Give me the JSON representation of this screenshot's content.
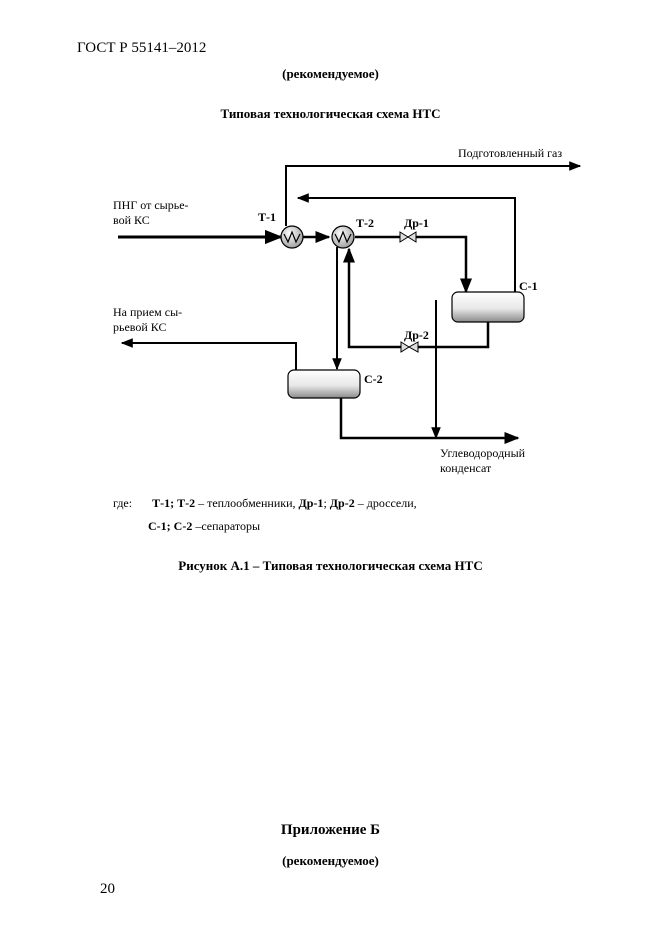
{
  "header": {
    "doc_code": "ГОСТ Р 55141–2012"
  },
  "top": {
    "recommended": "(рекомендуемое)",
    "figure_title": "Типовая технологическая схема НТС"
  },
  "diagram": {
    "labels": {
      "prepared_gas": "Подготовленный газ",
      "png_line1": "ПНГ от сырье-",
      "png_line2": "вой КС",
      "intake_line1": "На прием сы-",
      "intake_line2": "рьевой КС",
      "condensate_line1": "Углеводородный",
      "condensate_line2": "конденсат"
    },
    "equipment": {
      "t1": "Т-1",
      "t2": "Т-2",
      "dr1": "Др-1",
      "dr2": "Др-2",
      "c1": "С-1",
      "c2": "С-2"
    }
  },
  "legend": {
    "where": "где:",
    "line1_t12": "Т-1; Т-2",
    "line1_heat": " – теплообменники, ",
    "line1_dr1": "Др-1",
    "line1_sep": "; ",
    "line1_dr2": "Др-2",
    "line1_throttle": " – дроссели,",
    "line2_c12": "С-1; С-2",
    "line2_sep": " –сепараторы"
  },
  "caption": "Рисунок А.1 – Типовая технологическая схема НТС",
  "appendix": {
    "title": "Приложение Б",
    "recommended": "(рекомендуемое)"
  },
  "page_number": "20"
}
